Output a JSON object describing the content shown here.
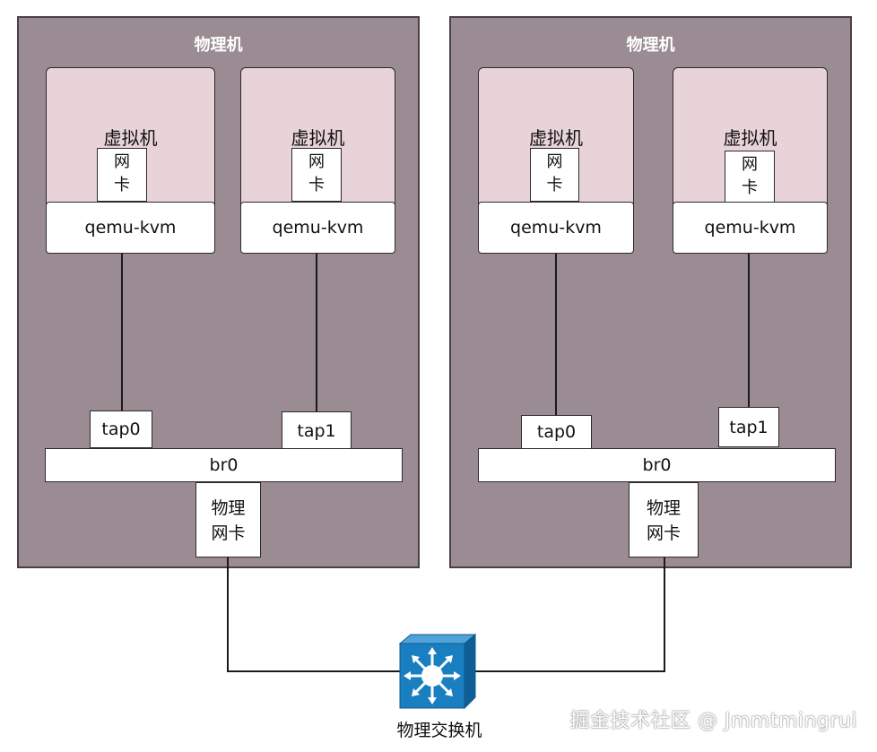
{
  "hosts": [
    {
      "title": "物理机",
      "vms": [
        {
          "label": "虚拟机",
          "nic_line1": "网",
          "nic_line2": "卡",
          "hypervisor": "qemu-kvm"
        },
        {
          "label": "虚拟机",
          "nic_line1": "网",
          "nic_line2": "卡",
          "hypervisor": "qemu-kvm"
        }
      ],
      "taps": [
        "tap0",
        "tap1"
      ],
      "bridge": "br0",
      "physical_nic_line1": "物理",
      "physical_nic_line2": "网卡"
    },
    {
      "title": "物理机",
      "vms": [
        {
          "label": "虚拟机",
          "nic_line1": "网",
          "nic_line2": "卡",
          "hypervisor": "qemu-kvm"
        },
        {
          "label": "虚拟机",
          "nic_line1": "网",
          "nic_line2": "卡",
          "hypervisor": "qemu-kvm"
        }
      ],
      "taps": [
        "tap0",
        "tap1"
      ],
      "bridge": "br0",
      "physical_nic_line1": "物理",
      "physical_nic_line2": "网卡"
    }
  ],
  "switch": {
    "label": "物理交换机",
    "icon": "network-switch-icon"
  },
  "watermark": "掘金技术社区 @ Jmmtmingrui",
  "colors": {
    "host_bg": "#9a8c92",
    "vm_bg": "#e7d3d8",
    "switch_blue": "#1a7fc1"
  }
}
